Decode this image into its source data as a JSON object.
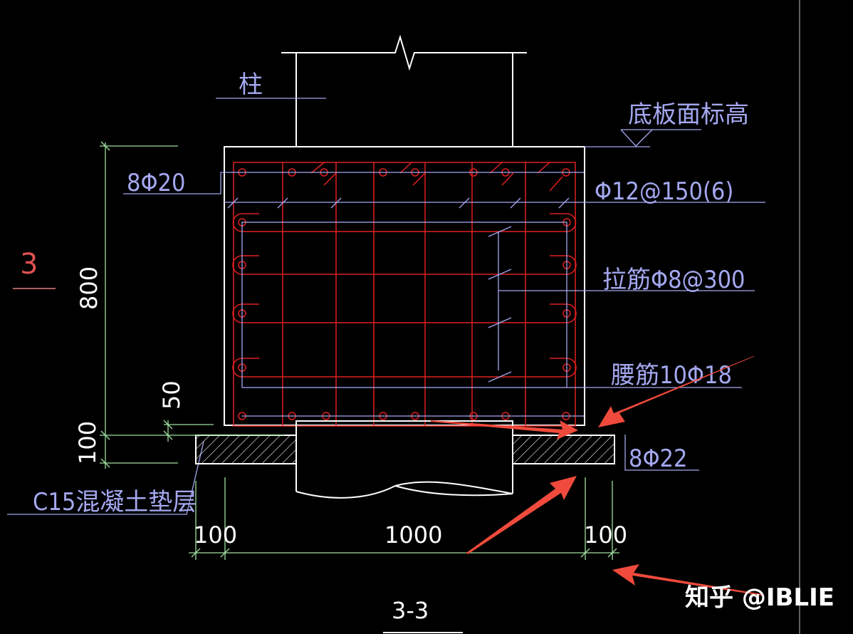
{
  "drawing": {
    "section_title": "3-3",
    "section_marker": "3",
    "colors": {
      "background": "#000000",
      "outline": "#ffffff",
      "rebar": "#e02020",
      "leader": "#a4a8f0",
      "dimension": "#a0e0a0",
      "annotation_arrow": "#f04a3c"
    }
  },
  "labels": {
    "column": "柱",
    "slab_top_elevation": "底板面标高",
    "top_bars": "8Φ20",
    "stirrups": "Φ12@150(6)",
    "tie_bars": "拉筋Φ8@300",
    "waist_bars": "腰筋10Φ18",
    "bottom_bars": "8Φ22",
    "bedding": "C15混凝土垫层"
  },
  "dimensions": {
    "height_total": "800",
    "cover_50": "50",
    "bedding_100": "100",
    "left_100": "100",
    "width_1000": "1000",
    "right_100": "100"
  },
  "watermark": "知乎 @IBLIE"
}
